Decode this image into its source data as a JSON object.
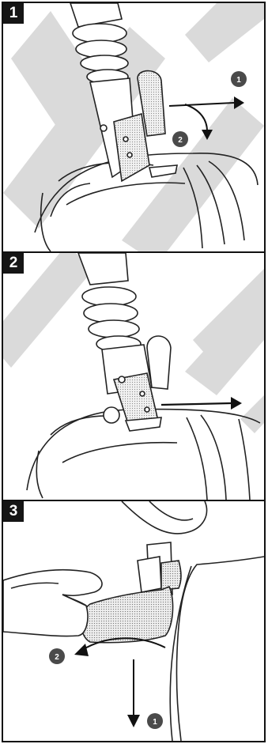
{
  "panels": [
    {
      "step": "1",
      "callouts": [
        "1",
        "2"
      ]
    },
    {
      "step": "2",
      "callouts": []
    },
    {
      "step": "3",
      "callouts": [
        "2",
        "1"
      ]
    }
  ]
}
